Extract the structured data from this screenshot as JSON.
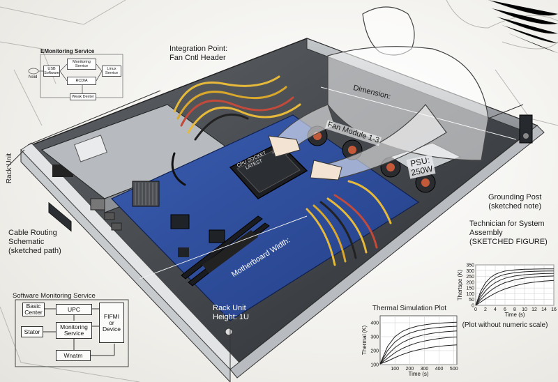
{
  "labels": {
    "integration_point": "Integration Point:\nFan Cntl Header",
    "dimension": "Dimension:",
    "fan_module": "Fan Module 1-3",
    "psu": "PSU:\n250W",
    "cpu_socket": "CPU SOCKET\nLATEST",
    "rack_unit_side": "Rack Unit",
    "motherboard_width": "Motherboard Width:",
    "rack_unit_height": "Rack Unit\nHeight: 1U",
    "grounding_post": "Grounding Post\n(sketched note)",
    "technician": "Technician for System\nAssembly\n(SKETCHED FIGURE)",
    "cable_routing": "Cable Routing\nSchematic\n(sketched path)",
    "plot_caption": "(Plot without numeric scale)"
  },
  "emon": {
    "title": "EMonitoring Service",
    "cloud_label": "Noid",
    "usb": "USB\nSoftware",
    "monitoring": "Monitoring\nService",
    "rcdia": "RCDIA",
    "linux": "Linux\nService",
    "weak": "Weak Dexter"
  },
  "sms": {
    "title": "Software Monitoring Service",
    "basic": "Basic\nCenter",
    "upc": "UPC",
    "fifmi": "FIFMI\nor\nDevice",
    "monitoring": "Monitoring\nService",
    "stator": "Stator",
    "wnatm": "Wnatm"
  },
  "chart_data": [
    {
      "type": "line",
      "title": "Thermal Simulation Plot",
      "xlabel": "Time (s)",
      "ylabel": "Thermal (K)",
      "xlim": [
        0,
        520
      ],
      "ylim": [
        100,
        450
      ],
      "x_ticks": [
        100,
        200,
        300,
        400,
        500
      ],
      "y_ticks": [
        100,
        200,
        300,
        400
      ],
      "grid": true,
      "x": [
        0,
        50,
        100,
        150,
        200,
        250,
        300,
        350,
        400,
        450,
        500,
        520
      ],
      "series": [
        {
          "values": [
            105,
            230,
            300,
            338,
            360,
            375,
            385,
            392,
            397,
            400,
            403,
            404
          ]
        },
        {
          "values": [
            105,
            200,
            262,
            300,
            325,
            342,
            353,
            361,
            367,
            371,
            374,
            375
          ]
        },
        {
          "values": [
            105,
            170,
            222,
            258,
            283,
            301,
            314,
            324,
            331,
            336,
            340,
            341
          ]
        },
        {
          "values": [
            105,
            145,
            185,
            215,
            238,
            256,
            269,
            279,
            287,
            293,
            297,
            298
          ]
        },
        {
          "values": [
            105,
            125,
            150,
            172,
            190,
            204,
            215,
            224,
            231,
            236,
            240,
            241
          ]
        }
      ]
    },
    {
      "type": "line",
      "title": "",
      "xlabel": "Time (s)",
      "ylabel": "Thertspe (K)",
      "xlim": [
        0,
        16
      ],
      "ylim": [
        0,
        350
      ],
      "x_ticks": [
        0,
        2,
        4,
        6,
        8,
        10,
        12,
        14,
        16
      ],
      "y_ticks": [
        0,
        50,
        100,
        150,
        200,
        250,
        300,
        350
      ],
      "grid": true,
      "x": [
        0,
        1,
        2,
        3,
        4,
        5,
        6,
        8,
        10,
        12,
        14,
        16
      ],
      "series": [
        {
          "values": [
            0,
            120,
            195,
            240,
            268,
            285,
            296,
            307,
            312,
            314,
            315,
            315
          ]
        },
        {
          "values": [
            0,
            95,
            160,
            205,
            235,
            255,
            268,
            283,
            290,
            294,
            296,
            297
          ]
        },
        {
          "values": [
            0,
            70,
            125,
            166,
            196,
            218,
            234,
            254,
            265,
            271,
            275,
            277
          ]
        },
        {
          "values": [
            0,
            48,
            90,
            126,
            155,
            178,
            196,
            221,
            236,
            245,
            251,
            254
          ]
        },
        {
          "values": [
            0,
            28,
            56,
            82,
            105,
            125,
            142,
            169,
            188,
            201,
            210,
            216
          ]
        }
      ]
    }
  ],
  "colors": {
    "board": "#2f4f9e",
    "chassis": "#9a9ea3",
    "cable_yellow": "#e6b93a",
    "cable_red": "#c24a3a"
  }
}
